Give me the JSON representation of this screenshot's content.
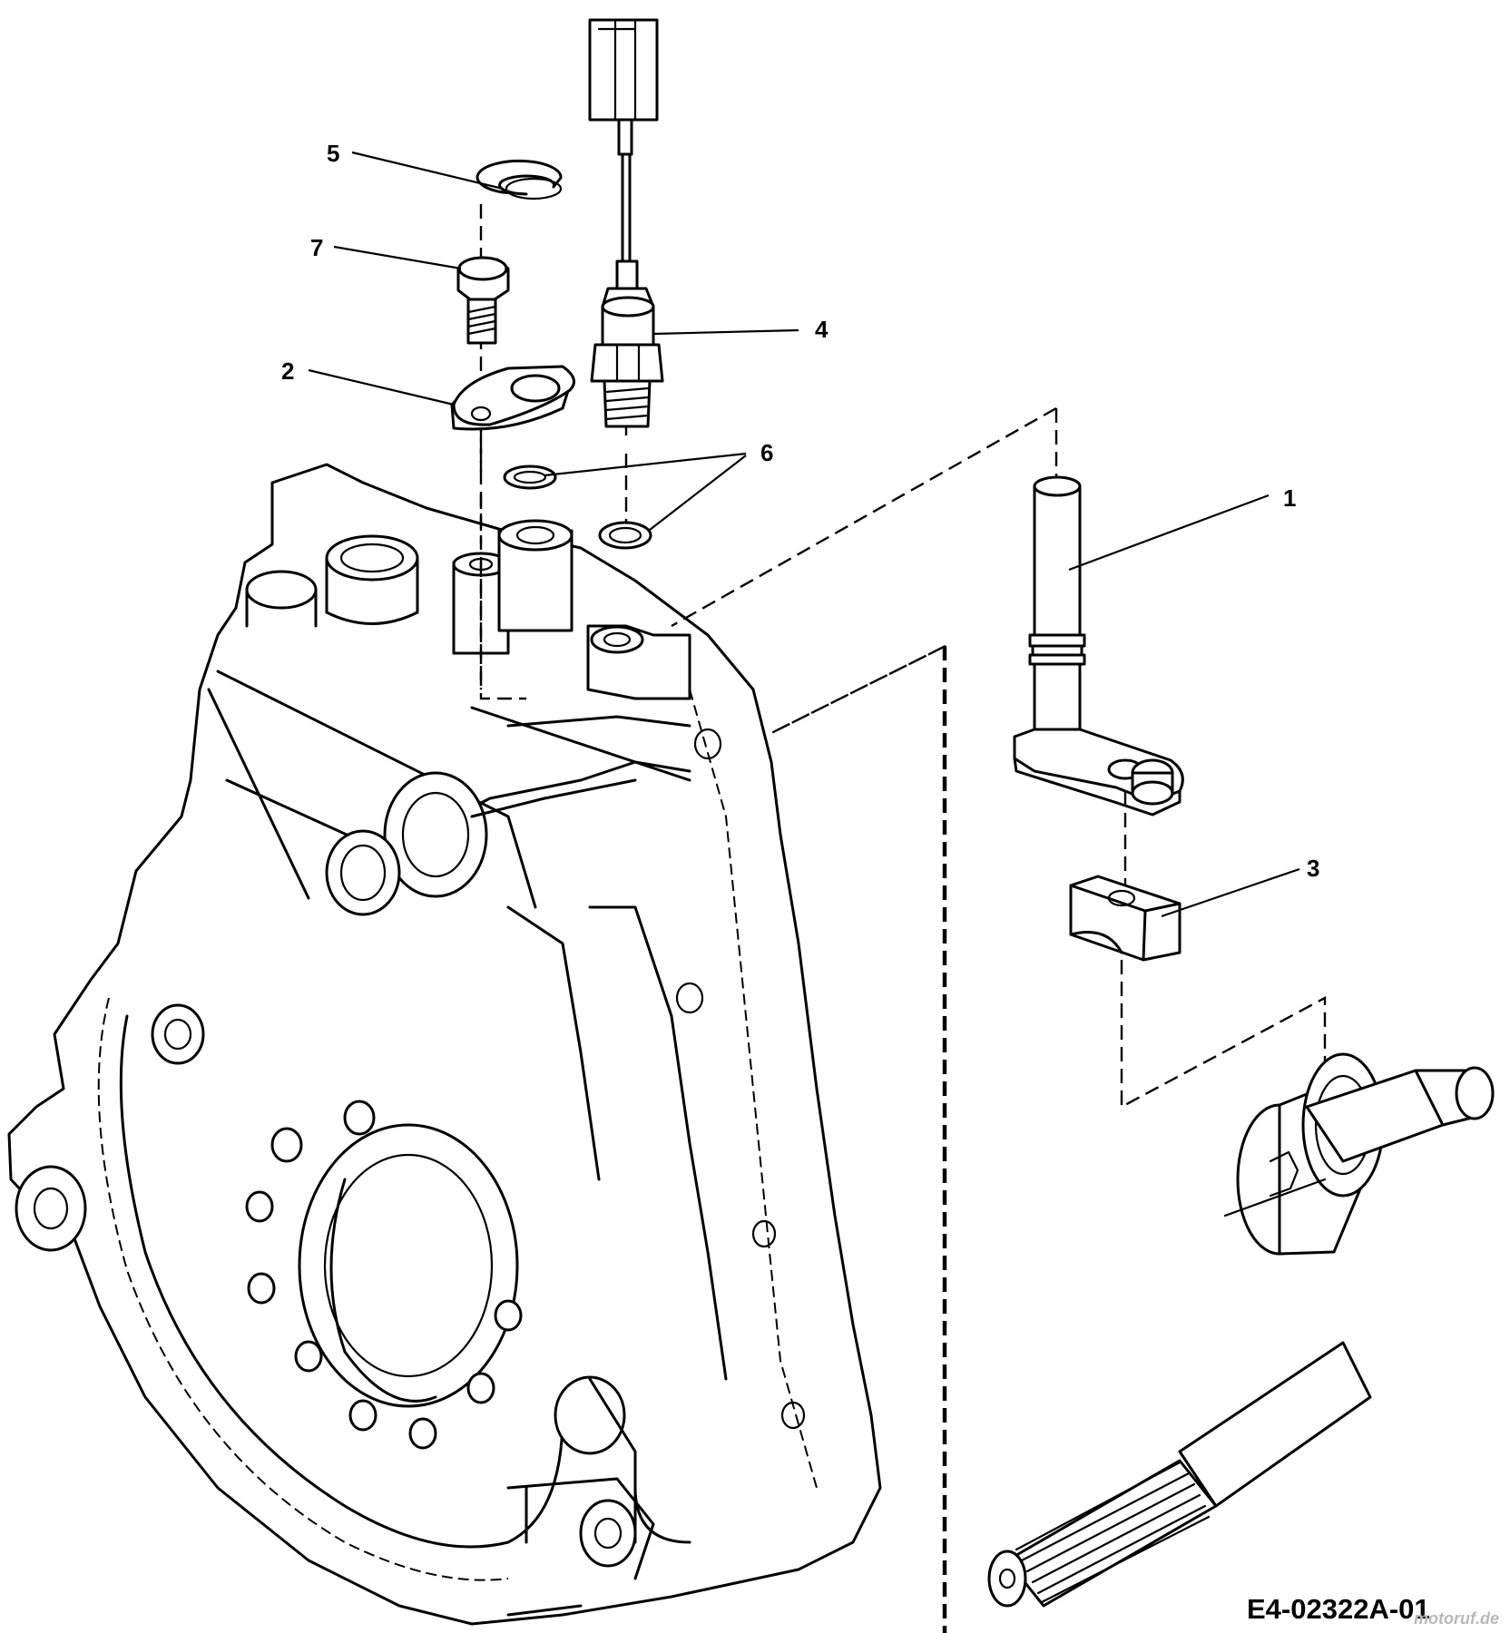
{
  "diagram": {
    "title": "",
    "drawing_code": "E4-02322A-01",
    "watermark": "motoruf.de",
    "callouts": [
      {
        "id": "1",
        "label": "1",
        "part": "shift arm shaft"
      },
      {
        "id": "2",
        "label": "2",
        "part": "retaining plate"
      },
      {
        "id": "3",
        "label": "3",
        "part": "shift block"
      },
      {
        "id": "4",
        "label": "4",
        "part": "neutral switch"
      },
      {
        "id": "5",
        "label": "5",
        "part": "snap ring"
      },
      {
        "id": "6",
        "label": "6",
        "part": "washer"
      },
      {
        "id": "7",
        "label": "7",
        "part": "bolt"
      }
    ]
  }
}
